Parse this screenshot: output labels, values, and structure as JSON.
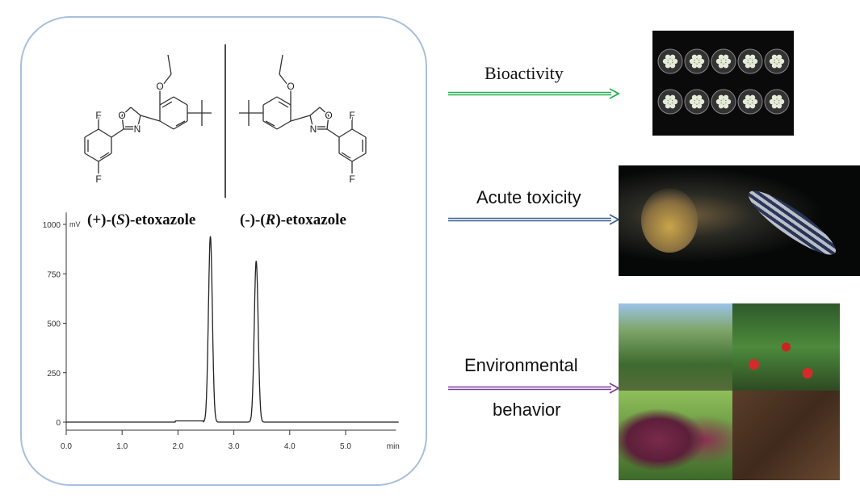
{
  "left_panel": {
    "enantiomers": [
      {
        "name_prefix": "(+)-(",
        "name_config": "S",
        "name_suffix": ")-etoxazole"
      },
      {
        "name_prefix": "(-)-(",
        "name_config": "R",
        "name_suffix": ")-etoxazole"
      }
    ],
    "atom_labels": {
      "oxygen": "O",
      "nitrogen": "N",
      "fluorine": "F"
    }
  },
  "chart_data": {
    "type": "line",
    "title": "",
    "xlabel": "min",
    "ylabel": "mV",
    "xlim": [
      0,
      6
    ],
    "ylim": [
      0,
      1050
    ],
    "x_ticks": [
      "0.0",
      "1.0",
      "2.0",
      "3.0",
      "4.0",
      "5.0"
    ],
    "y_ticks": [
      "0",
      "250",
      "500",
      "750",
      "1000"
    ],
    "peaks": [
      {
        "label": "(+)-(S)-etoxazole",
        "retention_time": 2.58,
        "height": 940
      },
      {
        "label": "(-)-(R)-etoxazole",
        "retention_time": 3.4,
        "height": 815
      }
    ],
    "grid": false
  },
  "right_panel": {
    "arrows": [
      {
        "label_lines": [
          "Bioactivity"
        ],
        "color": "#22b14c"
      },
      {
        "label_lines": [
          "Acute toxicity"
        ],
        "color": "#3d6293"
      },
      {
        "label_lines": [
          "Environmental",
          "behavior"
        ],
        "color": "#7a3f9d"
      }
    ]
  }
}
